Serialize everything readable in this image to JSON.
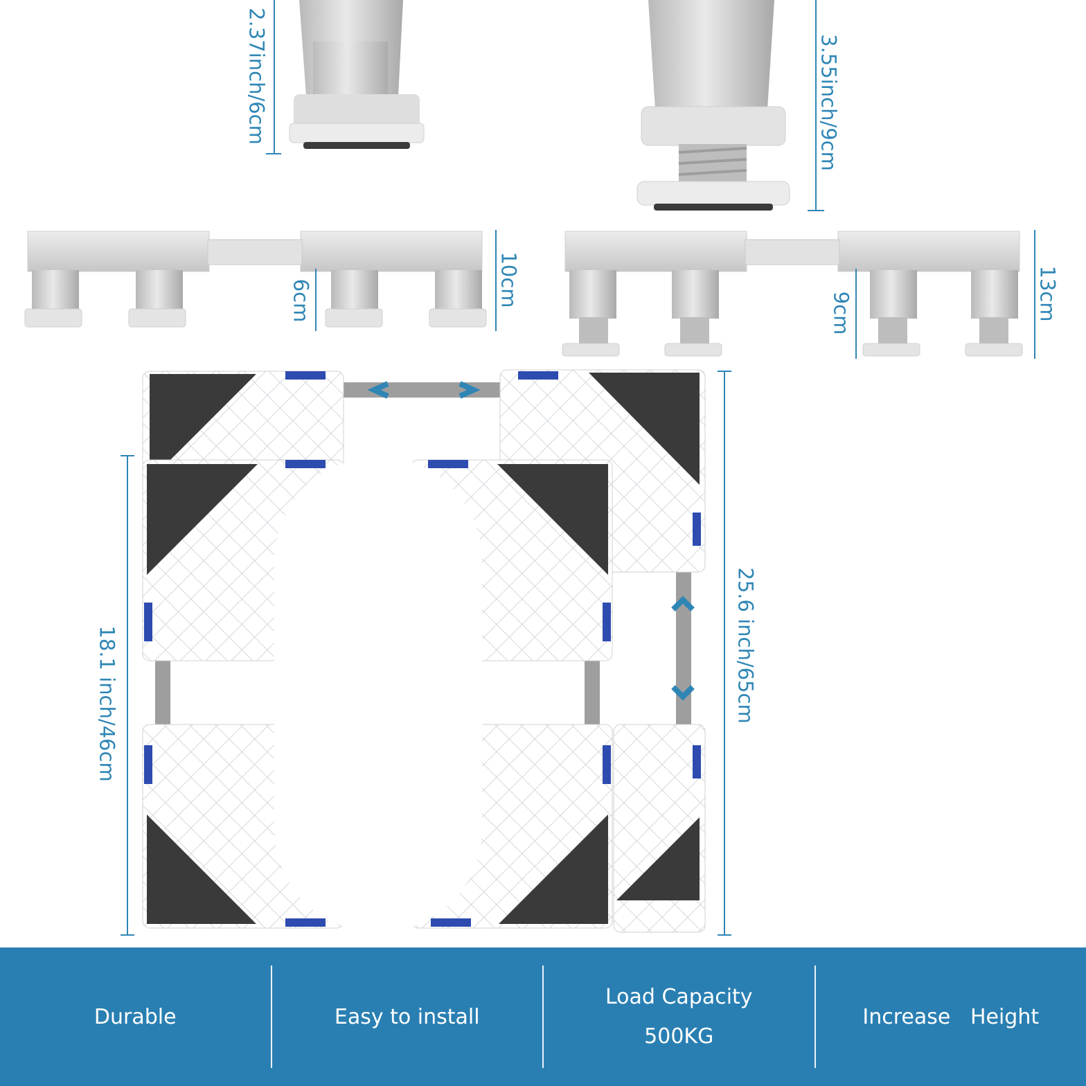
{
  "dimensions": {
    "foot_short_height": "2.37inch/6cm",
    "foot_tall_height": "3.55inch/9cm",
    "low_total": "10cm",
    "low_foot": "6cm",
    "high_foot": "9cm",
    "high_total": "13cm",
    "min_frame": "18.1 inch/46cm",
    "max_frame": "25.6 inch/65cm"
  },
  "features": [
    {
      "line1": "Durable",
      "line2": ""
    },
    {
      "line1": "Easy to install",
      "line2": ""
    },
    {
      "line1": "Load Capacity",
      "line2": "500KG"
    },
    {
      "line1": "Increase   Height",
      "line2": ""
    }
  ],
  "colors": {
    "accent": "#2f86b5",
    "banner": "#2a7fb2",
    "pad": "#3a3a3a",
    "frame": "#ffffff",
    "leg": "#c9c9c9"
  }
}
